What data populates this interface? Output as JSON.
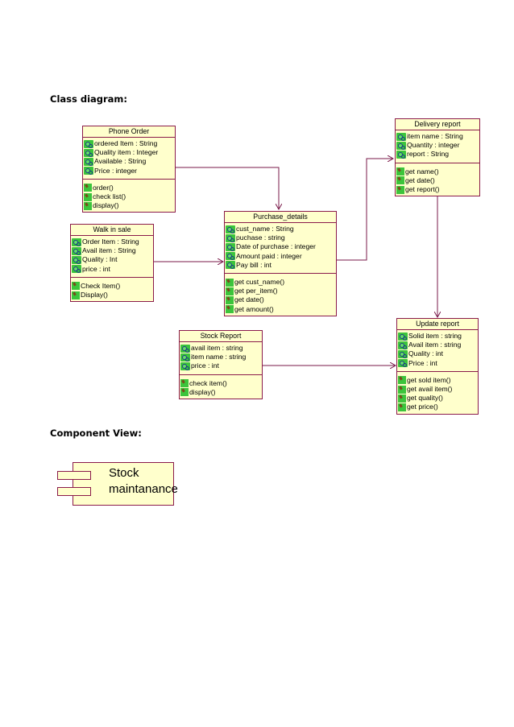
{
  "headings": {
    "class_diagram": "Class diagram:",
    "component_view": "Component View:"
  },
  "colors": {
    "class_fill": "#ffffcc",
    "class_border": "#8a1a4a",
    "icon_green": "#3cc43c",
    "arrow": "#7a1a4a"
  },
  "classes": {
    "phone_order": {
      "name": "Phone Order",
      "attributes": [
        "ordered Item : String",
        "Quality item : Integer",
        "Available : String",
        "Price : integer"
      ],
      "operations": [
        "order()",
        "check list()",
        "display()"
      ]
    },
    "walk_in_sale": {
      "name": "Walk in sale",
      "attributes": [
        "Order Item : String",
        "Avail item : String",
        "Quality : Int",
        "price : int"
      ],
      "operations": [
        "Check Item()",
        "Display()"
      ]
    },
    "purchase_details": {
      "name": "Purchase_details",
      "attributes": [
        "cust_name : String",
        "puchase : string",
        "Date of purchase : integer",
        "Amount paid : integer",
        "Pay bill : int"
      ],
      "operations": [
        "get cust_name()",
        "get per_item()",
        "get date()",
        "get amount()"
      ]
    },
    "delivery_report": {
      "name": "Delivery report",
      "attributes": [
        "item name : String",
        "Quantity : integer",
        "report : String"
      ],
      "operations": [
        "get name()",
        "get date()",
        "get report()"
      ]
    },
    "stock_report": {
      "name": "Stock Report",
      "attributes": [
        "avail item : string",
        "item name : string",
        "price : int"
      ],
      "operations": [
        "check item()",
        "display()"
      ]
    },
    "update_report": {
      "name": "Update report",
      "attributes": [
        "Solid item : string",
        "Avail item : string",
        "Quality : int",
        "Price : int"
      ],
      "operations": [
        "get sold item()",
        "get avail item()",
        "get quality()",
        "get price()"
      ]
    }
  },
  "component": {
    "name": "Stock\nmaintanance"
  }
}
